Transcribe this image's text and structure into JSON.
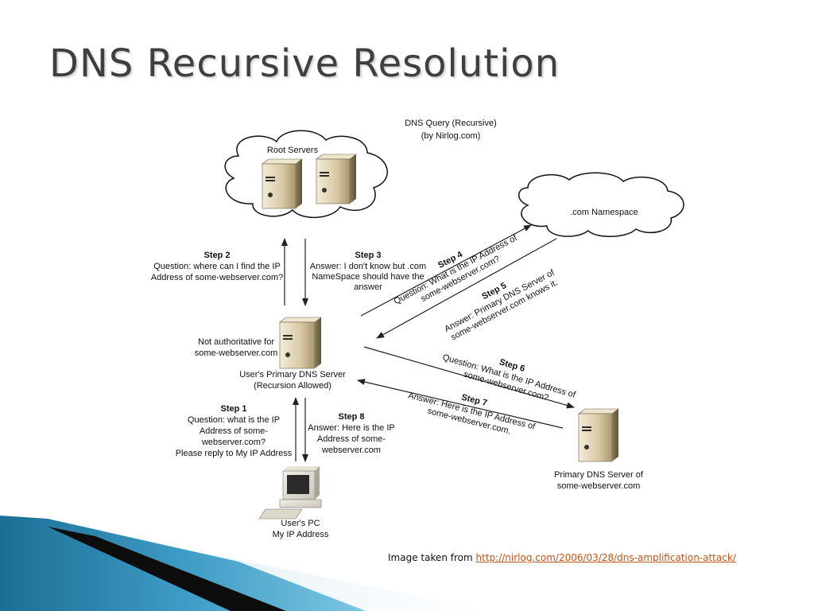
{
  "slide": {
    "title": "DNS Recursive Resolution"
  },
  "diagram": {
    "title_line1": "DNS Query (Recursive)",
    "title_line2": "(by Nirlog.com)",
    "root_servers": "Root Servers",
    "com_namespace": ".com Namespace",
    "not_authoritative": [
      "Not authoritative for",
      "some-webserver.com"
    ],
    "primary_dns": [
      "User's Primary DNS Server",
      "(Recursion Allowed)"
    ],
    "authoritative_dns": [
      "Primary DNS Server of",
      "some-webserver.com"
    ],
    "users_pc": [
      "User's PC",
      "My IP Address"
    ],
    "steps": {
      "step1": {
        "title": "Step 1",
        "lines": [
          "Question: what is the IP",
          "Address of some-",
          "webserver.com?",
          "Please reply to My IP Address"
        ]
      },
      "step2": {
        "title": "Step 2",
        "lines": [
          "Question: where can I find the IP",
          "Address of some-webserver.com?"
        ]
      },
      "step3": {
        "title": "Step 3",
        "lines": [
          "Answer: I don't know but .com",
          "NameSpace should have the",
          "answer"
        ]
      },
      "step4": {
        "title": "Step 4",
        "lines": [
          "Question: What is the IP Address of",
          "some-webserver.com?"
        ]
      },
      "step5": {
        "title": "Step 5",
        "lines": [
          "Answer: Primary DNS Server of",
          "some-webserver.com knows it."
        ]
      },
      "step6": {
        "title": "Step 6",
        "lines": [
          "Question: What is the IP Address of",
          "some-webserver.com?"
        ]
      },
      "step7": {
        "title": "Step 7",
        "lines": [
          "Answer: Here is the IP Address of",
          "some-webserver.com."
        ]
      },
      "step8": {
        "title": "Step 8",
        "lines": [
          "Answer: Here is the IP",
          "Address of some-",
          "webserver.com"
        ]
      }
    }
  },
  "credit": {
    "prefix": "Image taken from",
    "link_text": "http://nirlog.com/2006/03/28/dns-amplification-attack/"
  }
}
